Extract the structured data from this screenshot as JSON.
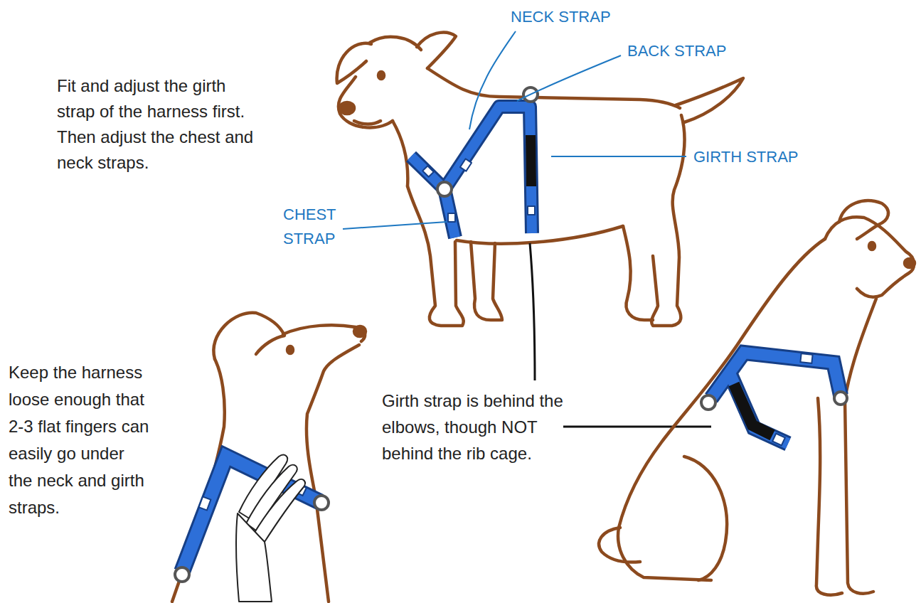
{
  "diagram": {
    "labels": [
      "Fit and adjust the girth strap of the harness first. Then adjust the chest and neck straps.",
      "NECK STRAP",
      "BACK STRAP",
      "GIRTH STRAP",
      "CHEST STRAP",
      "Keep the harness loose enough that 2-3 flat fingers can easily go under the neck and girth straps.",
      "Girth strap is behind the elbows, though NOT behind the rib cage."
    ]
  }
}
